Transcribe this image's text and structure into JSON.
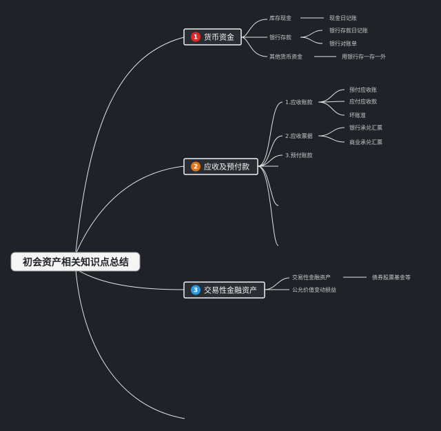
{
  "root": {
    "title": "初会资产相关知识点总结"
  },
  "branches": [
    {
      "num": "1",
      "color": "#e02a2a",
      "label": "货币资金",
      "children": [
        {
          "label": "库存现金",
          "children": [
            {
              "label": "现金日记账"
            }
          ]
        },
        {
          "label": "银行存款",
          "children": [
            {
              "label": "银行存款日记账"
            },
            {
              "label": "银行对账单"
            }
          ]
        },
        {
          "label": "其他货币资金",
          "children": [
            {
              "label": "用银行存一存一外"
            }
          ]
        }
      ]
    },
    {
      "num": "2",
      "color": "#e0761c",
      "label": "应收及预付款",
      "children": [
        {
          "label": "1.应收账款",
          "children": [
            {
              "label": "预付应收账"
            },
            {
              "label": "应付应收款"
            },
            {
              "label": "坏账准"
            }
          ]
        },
        {
          "label": "2.应收票据",
          "children": [
            {
              "label": "银行承兑汇票"
            },
            {
              "label": "商业承兑汇票"
            }
          ]
        },
        {
          "label": "3.预付账款",
          "children": []
        },
        {
          "label": "",
          "children": []
        },
        {
          "label": "",
          "children": []
        },
        {
          "label": "",
          "children": []
        }
      ]
    },
    {
      "num": "3",
      "color": "#2a9be0",
      "label": "交易性金融资产",
      "children": [
        {
          "label": "交易性金融资产",
          "children": [
            {
              "label": "债券股票基金等"
            }
          ]
        },
        {
          "label": "公允价值变动损益",
          "children": []
        }
      ]
    }
  ]
}
